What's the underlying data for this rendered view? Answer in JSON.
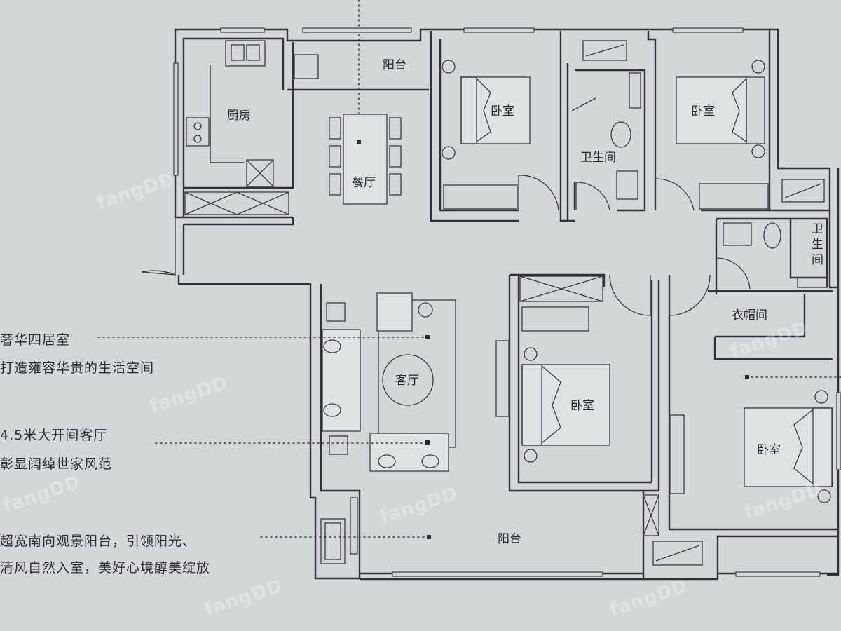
{
  "rooms": {
    "kitchen": "厨房",
    "balcony_top": "阳台",
    "dining": "餐厅",
    "bedroom_1": "卧室",
    "bathroom_1": "卫生间",
    "bedroom_2": "卧室",
    "bathroom_2": "卫生间",
    "living": "客厅",
    "bedroom_3": "卧室",
    "closet": "衣帽间",
    "bedroom_4": "卧室",
    "balcony_bottom": "阳台"
  },
  "annotations": {
    "a1_line1": "奢华四居室",
    "a1_line2": "打造雍容华贵的生活空间",
    "a2_line1": "4.5米大开间客厅",
    "a2_line2": "彰显阔绰世家风范",
    "a3_line1": "超宽南向观景阳台，引领阳光、",
    "a3_line2": "清风自然入室，美好心境醇美绽放"
  },
  "watermark": "fangDD"
}
